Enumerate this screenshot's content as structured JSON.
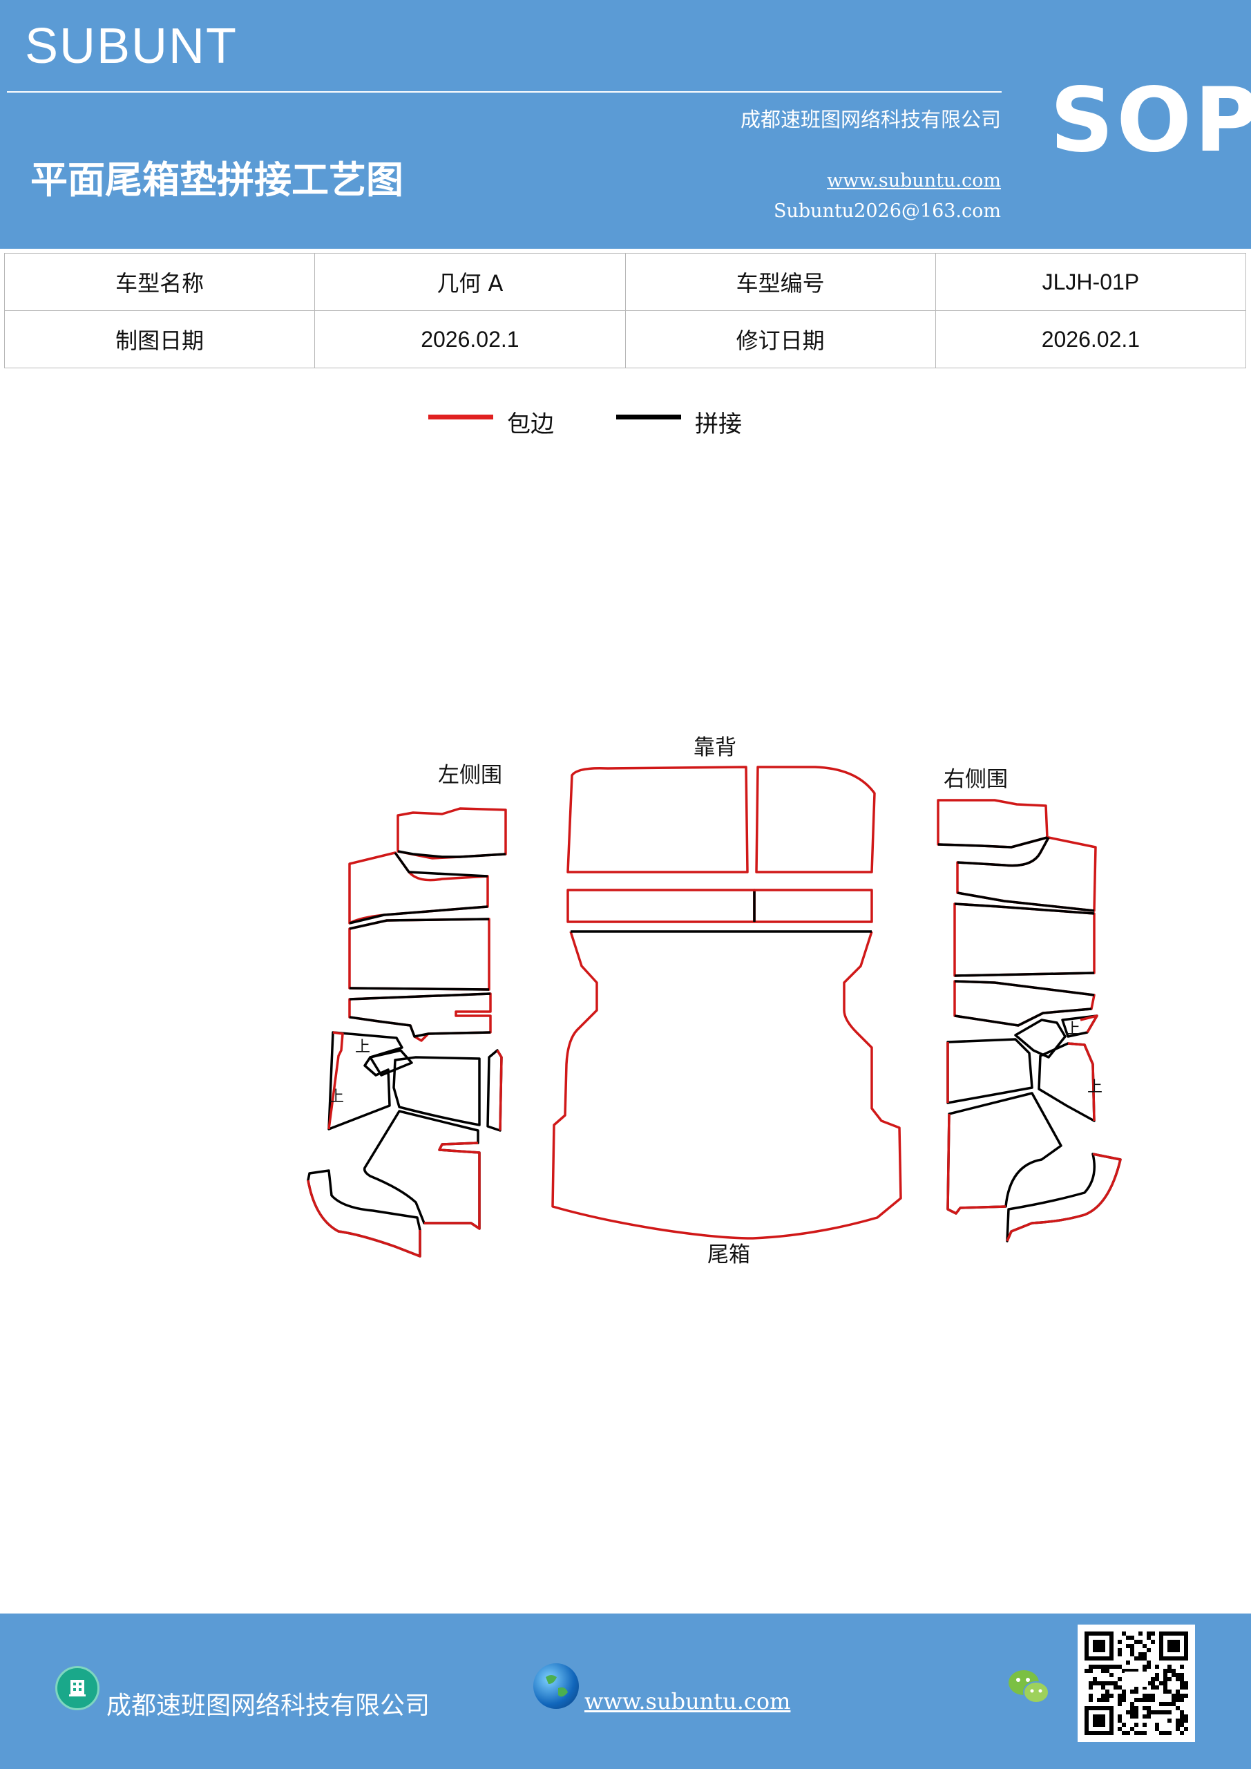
{
  "header": {
    "brand": "SUBUNT",
    "company": "成都速班图网络科技有限公司",
    "title": "平面尾箱垫拼接工艺图",
    "website": "www.subuntu.com",
    "email": "Subuntu2026@163.com",
    "badge": "SOP"
  },
  "info_table": {
    "rows": [
      {
        "label1": "车型名称",
        "value1": "几何 A",
        "label2": "车型编号",
        "value2": "JLJH-01P"
      },
      {
        "label1": "制图日期",
        "value1": "2026.02.1",
        "label2": "修订日期",
        "value2": "2026.02.1"
      }
    ]
  },
  "legend": {
    "wrap_label": "包边",
    "wrap_color": "#e02020",
    "seam_label": "拼接",
    "seam_color": "#000000"
  },
  "diagram": {
    "label_back": "靠背",
    "label_left": "左侧围",
    "label_right": "右侧围",
    "label_trunk": "尾箱",
    "mark_up": "上"
  },
  "footer": {
    "company": "成都速班图网络科技有限公司",
    "website": "www.subuntu.com",
    "icons": [
      "building-icon",
      "globe-icon",
      "wechat-icon",
      "qr-code"
    ]
  }
}
